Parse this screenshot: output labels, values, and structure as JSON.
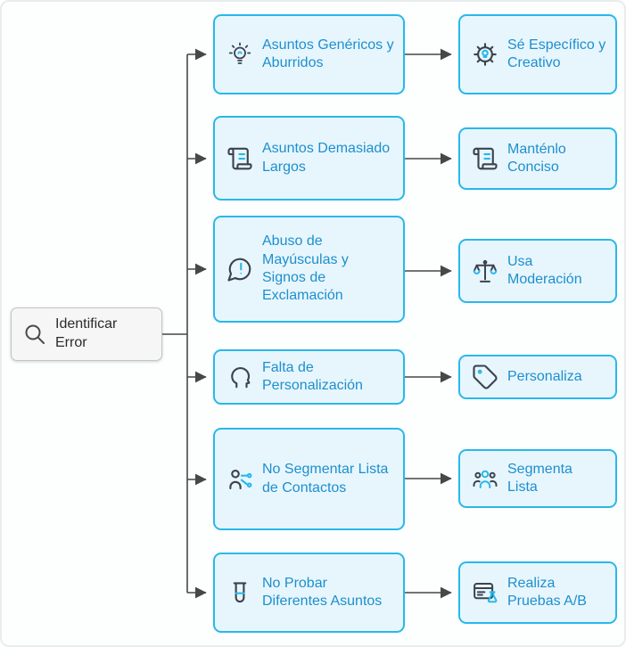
{
  "diagram": {
    "root": {
      "label": "Identificar Error",
      "icon": "search-icon"
    },
    "errors": [
      {
        "label": "Asuntos Genéricos y Aburridos",
        "icon": "lightbulb-icon"
      },
      {
        "label": "Asuntos Demasiado Largos",
        "icon": "scroll-icon"
      },
      {
        "label": "Abuso de Mayúsculas y Signos de Exclamación",
        "icon": "exclamation-bubble-icon"
      },
      {
        "label": "Falta de Personalización",
        "icon": "person-head-icon"
      },
      {
        "label": "No Segmentar Lista de Contactos",
        "icon": "user-segment-icon"
      },
      {
        "label": "No Probar Diferentes Asuntos",
        "icon": "test-tube-icon"
      }
    ],
    "solutions": [
      {
        "label": "Sé Específico y Creativo",
        "icon": "gear-bulb-icon"
      },
      {
        "label": "Manténlo Conciso",
        "icon": "scroll-icon"
      },
      {
        "label": "Usa Moderación",
        "icon": "balance-scale-icon"
      },
      {
        "label": "Personaliza",
        "icon": "tag-icon"
      },
      {
        "label": "Segmenta Lista",
        "icon": "people-group-icon"
      },
      {
        "label": "Realiza Pruebas A/B",
        "icon": "ab-test-icon"
      }
    ],
    "colors": {
      "node_border": "#29b8ea",
      "node_fill": "#e7f6fd",
      "node_text": "#1d8fce",
      "root_fill": "#f6f6f6",
      "root_border": "#c4c4c4",
      "root_text": "#2b2b2b",
      "connector": "#474747",
      "icon_main": "#3c4250",
      "icon_accent": "#29b8ea"
    }
  }
}
